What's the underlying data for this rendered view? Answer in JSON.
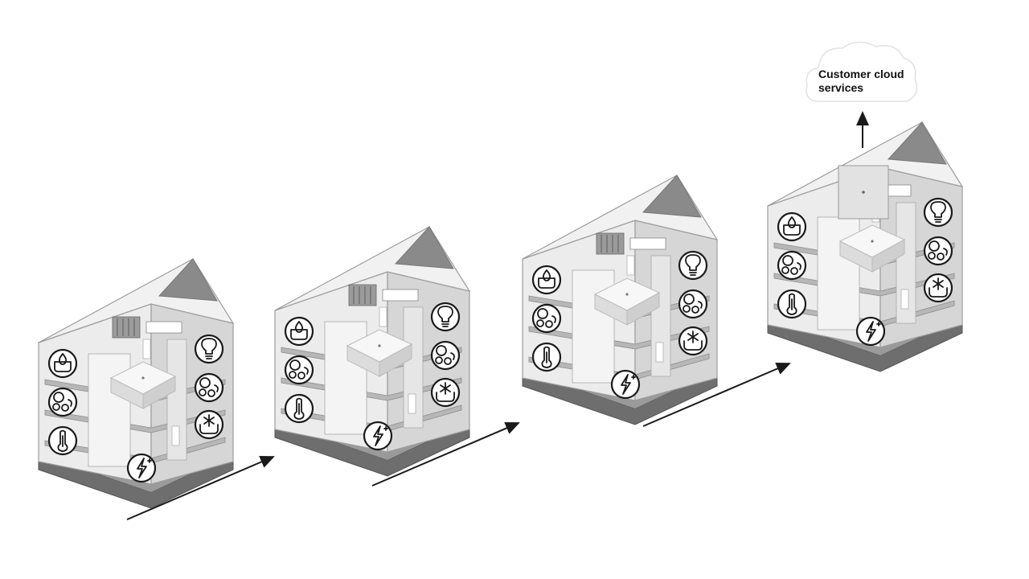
{
  "cloud": {
    "label": "Customer cloud services"
  },
  "stages": [
    {
      "name": "building-stage-1",
      "has_gateway_panel": false,
      "left_icons": [
        "water-heating-icon",
        "ventilation-icon",
        "temperature-icon"
      ],
      "right_icons": [
        "lighting-icon",
        "ventilation-icon",
        "cooling-icon"
      ],
      "floor_icon": "energy-icon"
    },
    {
      "name": "building-stage-2",
      "has_gateway_panel": false,
      "left_icons": [
        "water-heating-icon",
        "ventilation-icon",
        "temperature-icon"
      ],
      "right_icons": [
        "lighting-icon",
        "ventilation-icon",
        "cooling-icon"
      ],
      "floor_icon": "energy-icon"
    },
    {
      "name": "building-stage-3",
      "has_gateway_panel": false,
      "left_icons": [
        "water-heating-icon",
        "ventilation-icon",
        "temperature-icon"
      ],
      "right_icons": [
        "lighting-icon",
        "ventilation-icon",
        "cooling-icon"
      ],
      "floor_icon": "energy-icon"
    },
    {
      "name": "building-stage-4",
      "has_gateway_panel": true,
      "left_icons": [
        "water-heating-icon",
        "ventilation-icon",
        "temperature-icon"
      ],
      "right_icons": [
        "lighting-icon",
        "ventilation-icon",
        "cooling-icon"
      ],
      "floor_icon": "energy-icon"
    }
  ],
  "colors": {
    "line": "#1a1a1a",
    "wall_light": "#ececec",
    "wall_mid": "#d6d6d6",
    "roof_dark": "#8a8a8a",
    "floor_dark": "#6e6e6e",
    "device": "#f7f7f7"
  }
}
